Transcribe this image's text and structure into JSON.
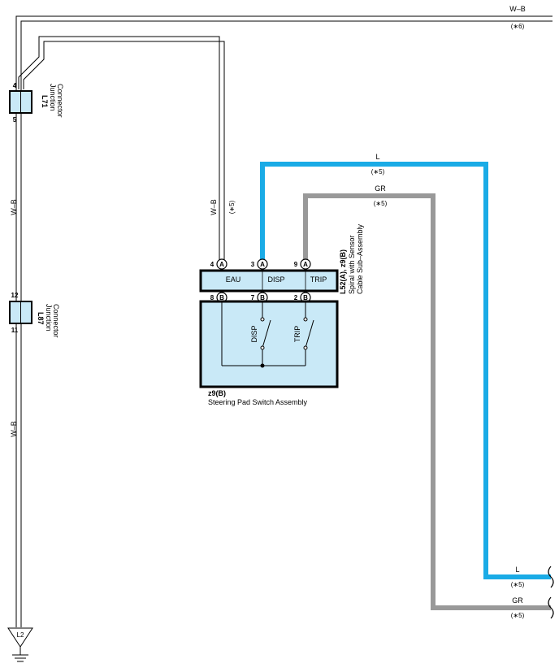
{
  "wires": {
    "top_wire": {
      "color": "W–B",
      "ref": "(∗6)"
    },
    "gnd_wire_upper": {
      "color": "W–B"
    },
    "gnd_wire_lower": {
      "color": "W–B"
    },
    "eau_wire": {
      "color": "W–B",
      "ref": "(∗5)"
    },
    "l_wire": {
      "color": "L",
      "ref": "(∗5)"
    },
    "gr_wire": {
      "color": "GR",
      "ref": "(∗5)"
    },
    "l_out": {
      "color": "L",
      "ref": "(∗5)"
    },
    "gr_out": {
      "color": "GR",
      "ref": "(∗5)"
    }
  },
  "connectors": {
    "l71": {
      "id": "L71",
      "name": "Junction Connector",
      "pin_top": "4",
      "pin_bottom": "5",
      "line1": "Junction",
      "line2": "Connector"
    },
    "l87": {
      "id": "L87",
      "name": "Junction Connector",
      "pin_top": "12",
      "pin_bottom": "11",
      "line1": "Junction",
      "line2": "Connector"
    }
  },
  "spiral": {
    "id": "L52(A), z9(B)",
    "line1": "Spiral with Sensor",
    "line2": "Cable Sub–Assembly",
    "pins_a": [
      {
        "num": "4",
        "conn": "A",
        "label": "EAU"
      },
      {
        "num": "3",
        "conn": "A",
        "label": "DISP"
      },
      {
        "num": "9",
        "conn": "A",
        "label": "TRIP"
      }
    ],
    "pins_b": [
      {
        "num": "8",
        "conn": "B"
      },
      {
        "num": "7",
        "conn": "B"
      },
      {
        "num": "2",
        "conn": "B"
      }
    ]
  },
  "switch": {
    "id": "z9(B)",
    "name": "Steering Pad Switch Assembly",
    "sw1": "DISP",
    "sw2": "TRIP"
  },
  "ground": {
    "id": "L2"
  },
  "colors": {
    "wire_black": "#000000",
    "wire_blue": "#1aabe6",
    "wire_gray": "#999999",
    "box_fill": "#c9e9f7"
  }
}
